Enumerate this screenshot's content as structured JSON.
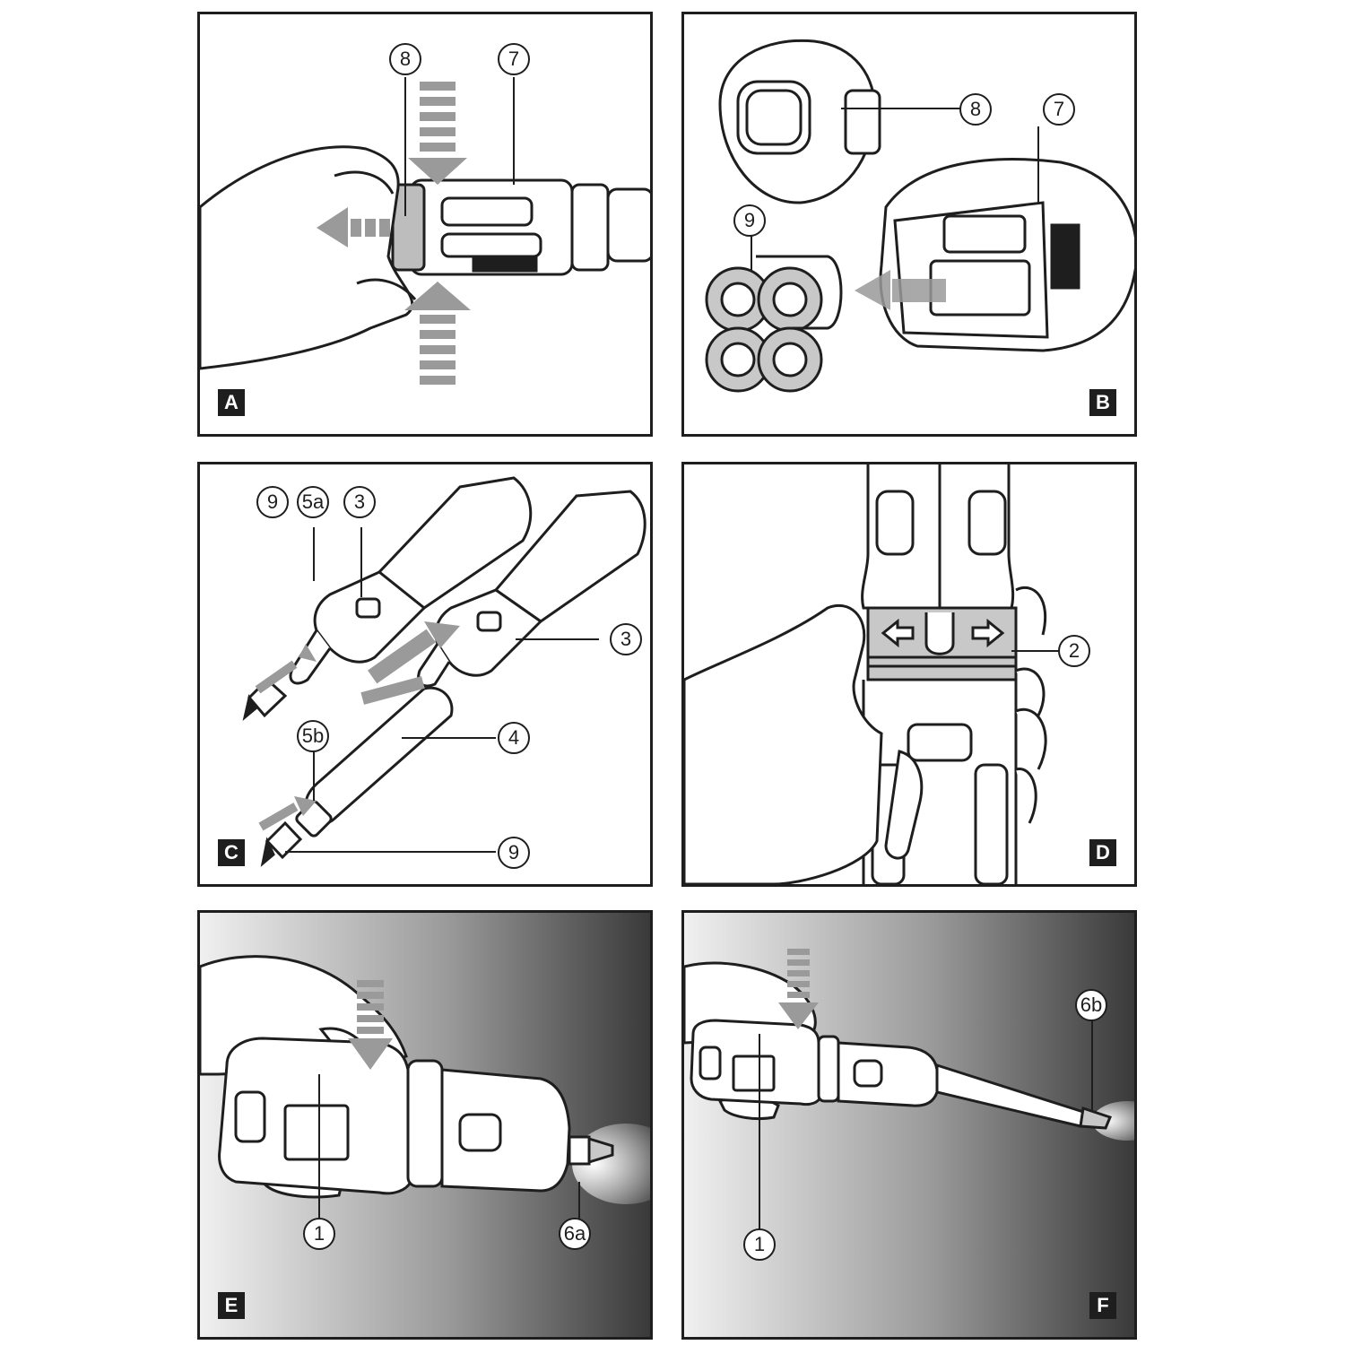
{
  "panels": [
    {
      "letter": "A",
      "callouts": [
        "8",
        "7"
      ]
    },
    {
      "letter": "B",
      "callouts": [
        "8",
        "7",
        "9"
      ]
    },
    {
      "letter": "C",
      "callouts": [
        "9",
        "5a",
        "3",
        "3",
        "4",
        "5b",
        "9"
      ]
    },
    {
      "letter": "D",
      "callouts": [
        "2"
      ]
    },
    {
      "letter": "E",
      "callouts": [
        "1",
        "6a"
      ]
    },
    {
      "letter": "F",
      "callouts": [
        "6b",
        "1"
      ]
    }
  ],
  "icons": [
    "hand-icon",
    "screwdriver-icon",
    "battery-icon",
    "battery-cap-icon",
    "arrow-icon",
    "light-beam-icon"
  ],
  "colors": {
    "line": "#1e1e1e",
    "arrow_gray": "#9a9a9a",
    "fill_gray": "#c8c8c8",
    "dark_gradient": "#3a3a3a"
  }
}
